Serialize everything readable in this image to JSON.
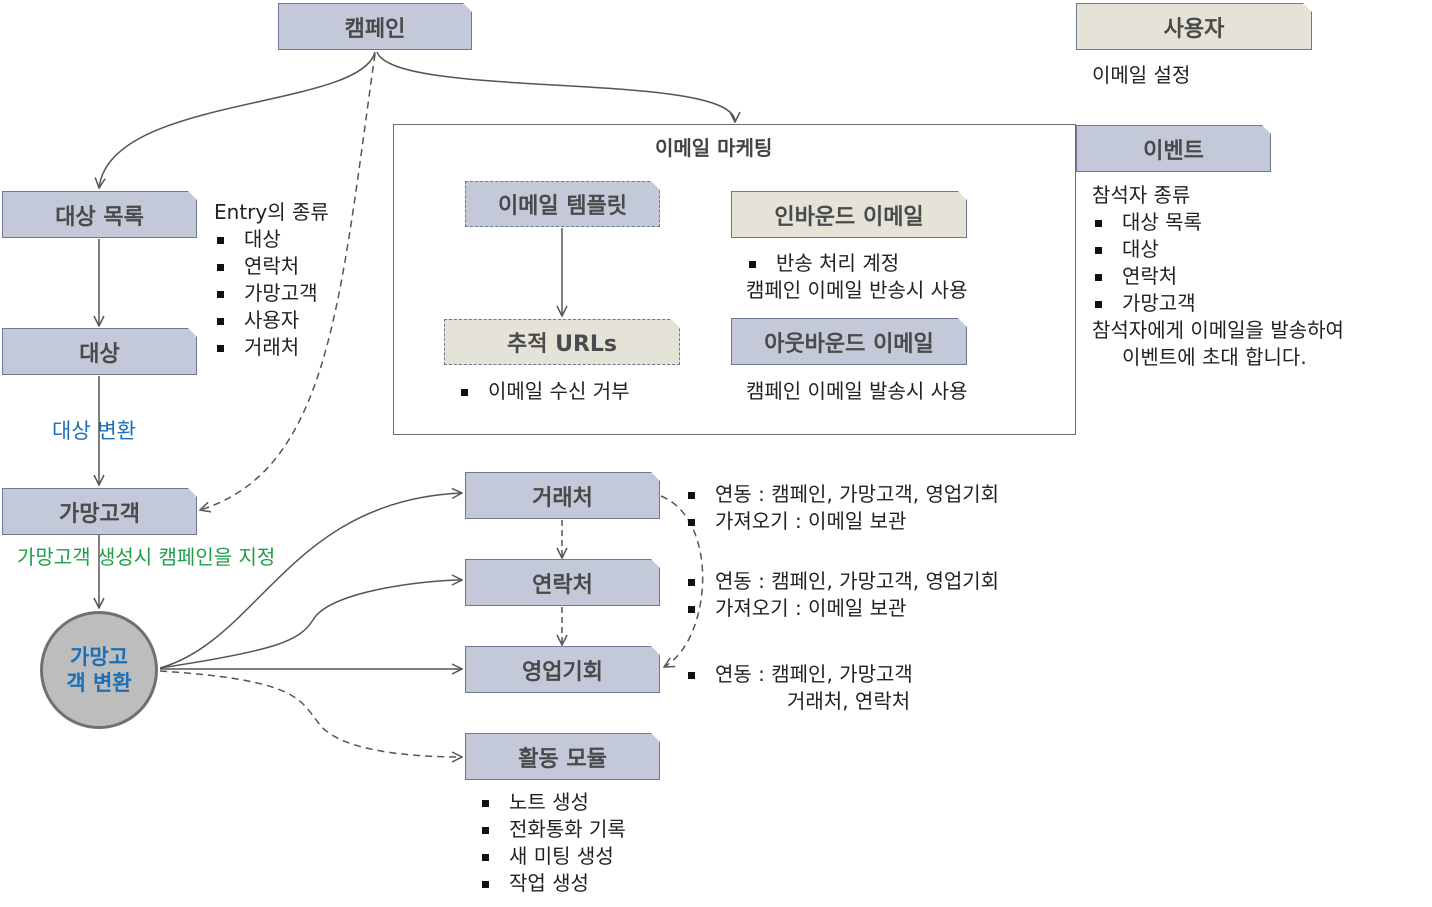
{
  "nodes": {
    "campaign": "캠페인",
    "user": "사용자",
    "event": "이벤트",
    "target_list": "대상 목록",
    "target": "대상",
    "lead": "가망고객",
    "account": "거래처",
    "contact": "연락처",
    "opportunity": "영업기회",
    "activity": "활동 모듈",
    "email_template": "이메일 템플릿",
    "tracked_urls": "추적 URLs",
    "inbound_email": "인바운드 이메일",
    "outbound_email": "아웃바운드 이메일",
    "lead_convert": "가망고\n객 변환"
  },
  "panel": {
    "title": "이메일 마케팅"
  },
  "labels": {
    "user_email_setting": "이메일 설정",
    "target_convert": "대상 변환",
    "lead_campaign_note": "가망고객 생성시 캠페인을 지정",
    "bounce_usage": "캠페인 이메일 반송시 사용",
    "send_usage": "캠페인 이메일 발송시 사용"
  },
  "entry": {
    "title": "Entry의 종류",
    "items": [
      "대상",
      "연락처",
      "가망고객",
      "사용자",
      "거래처"
    ]
  },
  "event_info": {
    "title": "참석자 종류",
    "items": [
      "대상 목록",
      "대상",
      "연락처",
      "가망고객"
    ],
    "note1": "참석자에게 이메일을 발송하여",
    "note2": "이벤트에 초대 합니다."
  },
  "tracked_urls_items": [
    "이메일 수신 거부"
  ],
  "inbound_items": [
    "반송 처리 계정"
  ],
  "account_items": [
    "연동 : 캠페인, 가망고객, 영업기회",
    "가져오기 : 이메일 보관"
  ],
  "contact_items": [
    "연동 : 캠페인, 가망고객, 영업기회",
    "가져오기 : 이메일 보관"
  ],
  "opportunity_items": [
    "연동 : 캠페인, 가망고객"
  ],
  "opportunity_cont": "거래처, 연락처",
  "activity_items": [
    "노트 생성",
    "전화통화 기록",
    "새 미팅 생성",
    "작업 생성"
  ],
  "colors": {
    "node_fill": "#c3c9d9",
    "node_beige": "#e5e3d7",
    "node_border": "#6d7894",
    "blue_text": "#1b6fb8",
    "green_text": "#1f9f4a",
    "arrow": "#555555"
  }
}
